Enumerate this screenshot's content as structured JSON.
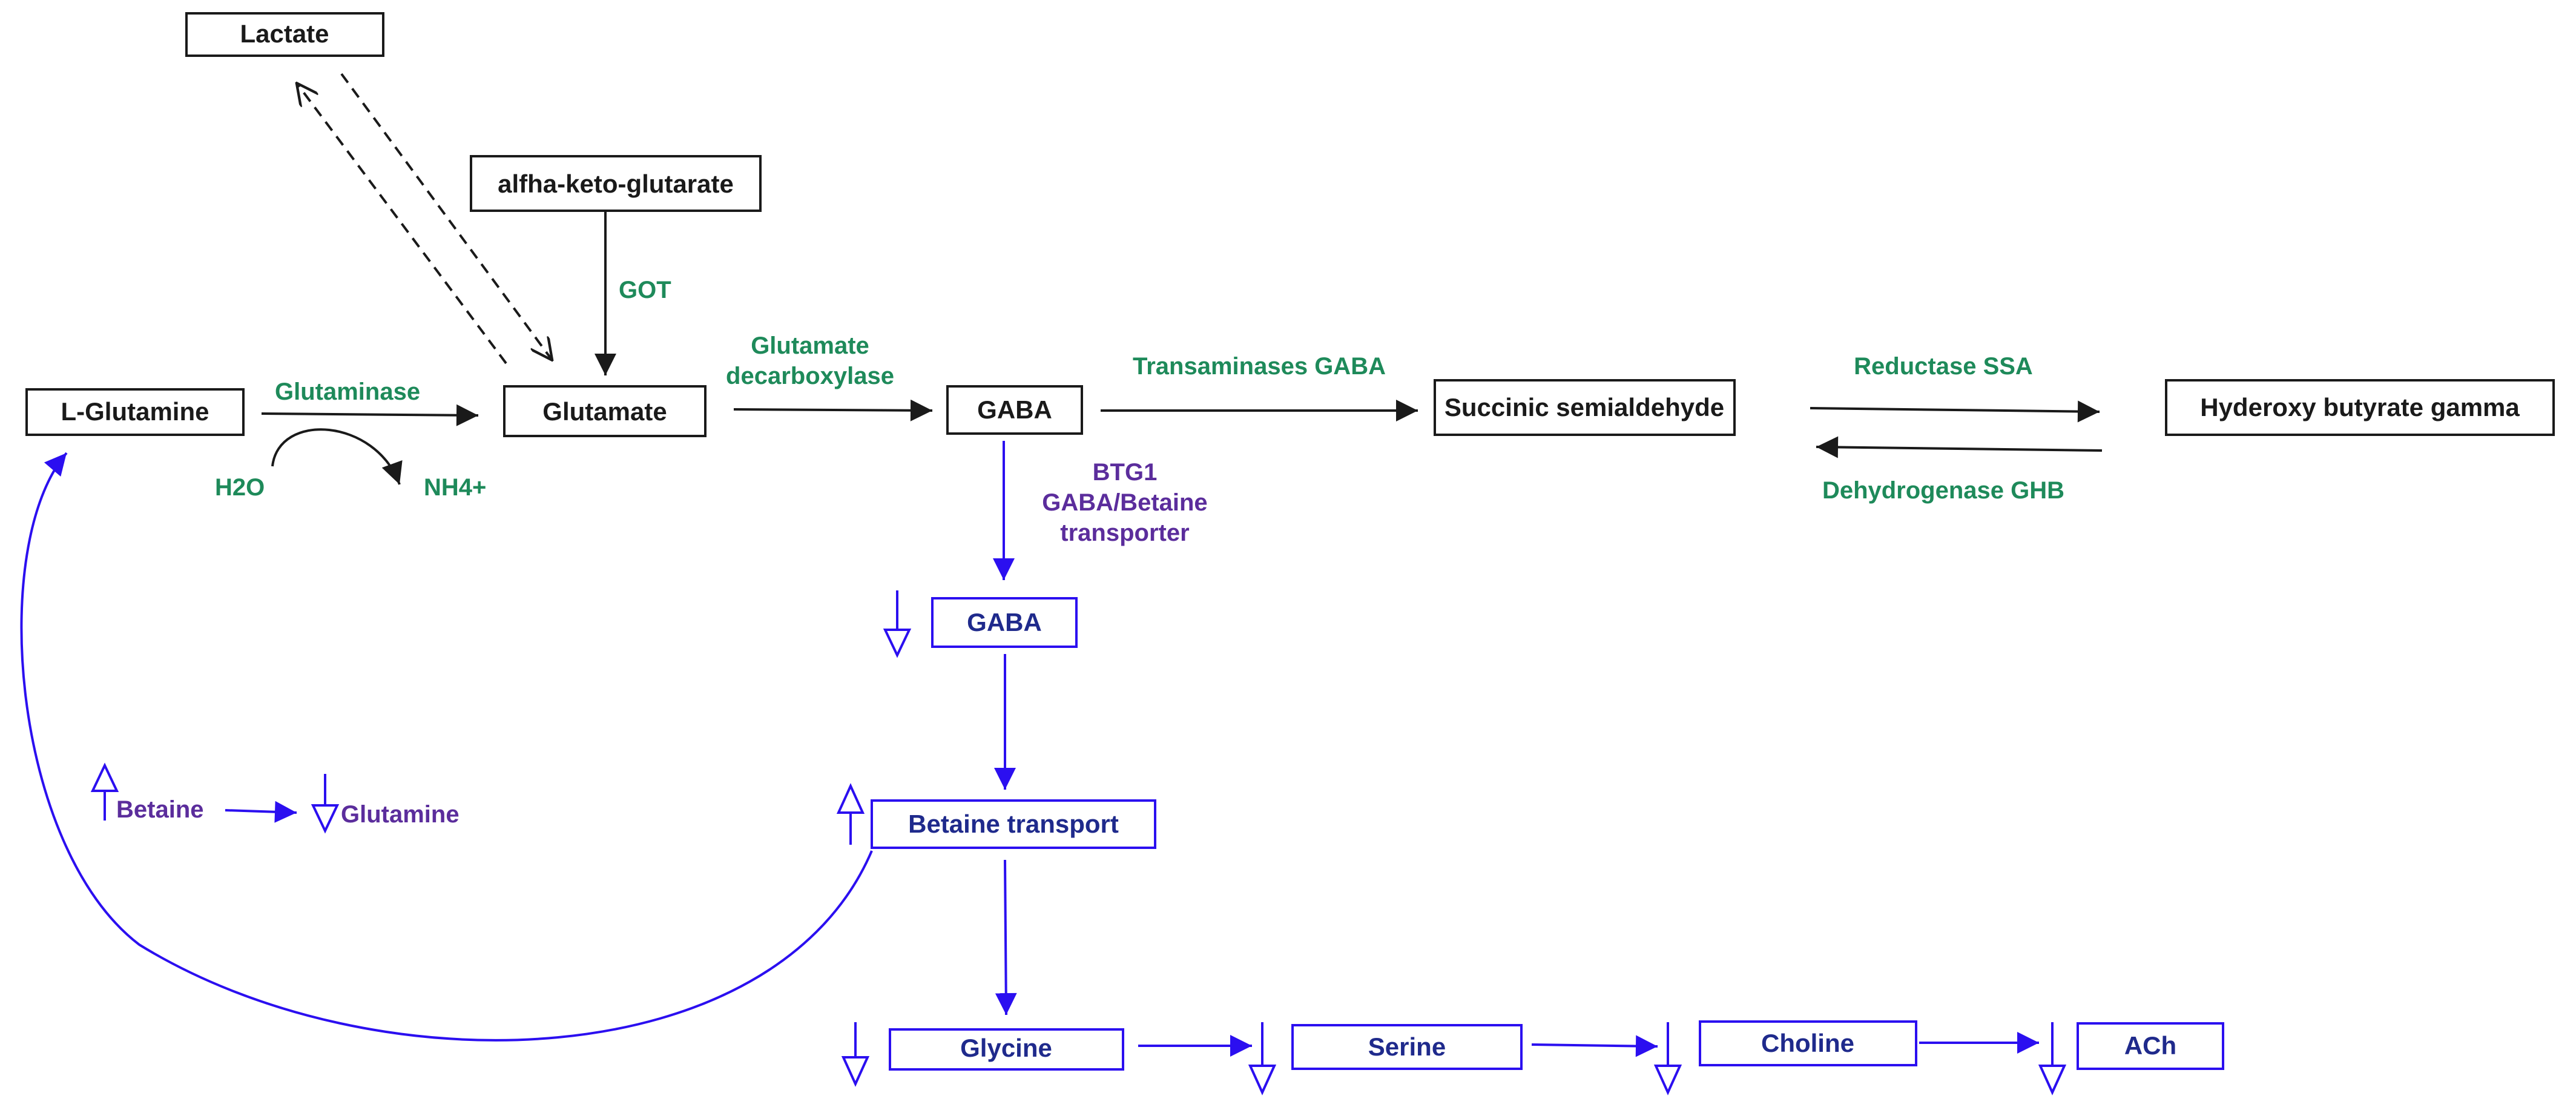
{
  "colors": {
    "black": "#1a1a1a",
    "enzyme_green": "#1e8a5a",
    "transporter_purple": "#5b2d9c",
    "flow_blue": "#2b0ff0",
    "node_blue_text": "#1f2a8c"
  },
  "nodes": {
    "lactate": "Lactate",
    "alpha_kg": "alfha-keto-glutarate",
    "glutamine": "L-Glutamine",
    "glutamate": "Glutamate",
    "gaba": "GABA",
    "succinic": "Succinic semialdehyde",
    "hydroxy": "Hyderoxy butyrate gamma",
    "gaba2": "GABA",
    "betaine_transport": "Betaine transport",
    "glycine": "Glycine",
    "serine": "Serine",
    "choline": "Choline",
    "ach": "ACh"
  },
  "labels": {
    "got": "GOT",
    "glutaminase": "Glutaminase",
    "h2o": "H2O",
    "nh4": "NH4+",
    "glu_decarb_1": "Glutamate",
    "glu_decarb_2": "decarboxylase",
    "transaminases": "Transaminases GABA",
    "reductase": "Reductase SSA",
    "dehydrogenase": "Dehydrogenase GHB",
    "btg1_1": "BTG1",
    "btg1_2": "GABA/Betaine",
    "btg1_3": "transporter",
    "betaine": "Betaine",
    "glutamine_small": "Glutamine"
  }
}
